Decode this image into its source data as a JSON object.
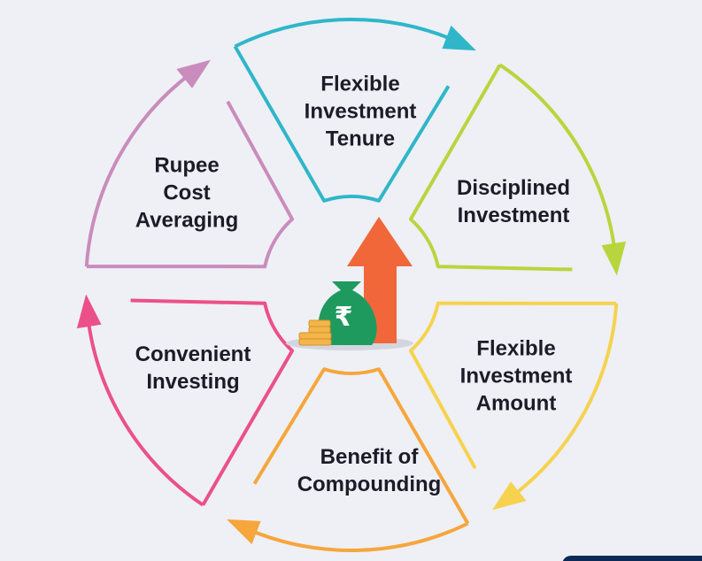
{
  "segments": [
    {
      "label": "Flexible\nInvestment\nTenure",
      "color": "#2fb6c9"
    },
    {
      "label": "Disciplined\nInvestment",
      "color": "#b8d53e"
    },
    {
      "label": "Flexible\nInvestment\nAmount",
      "color": "#f6d24e"
    },
    {
      "label": "Benefit of\nCompounding",
      "color": "#f6a63c"
    },
    {
      "label": "Convenient\nInvesting",
      "color": "#ec5088"
    },
    {
      "label": "Rupee\nCost\nAveraging",
      "color": "#c98cbc"
    }
  ],
  "center": {
    "icon": "money-bag-growth-icon",
    "symbol": "₹",
    "bag_color": "#1f9a5e",
    "arrow_color": "#f2673a"
  }
}
